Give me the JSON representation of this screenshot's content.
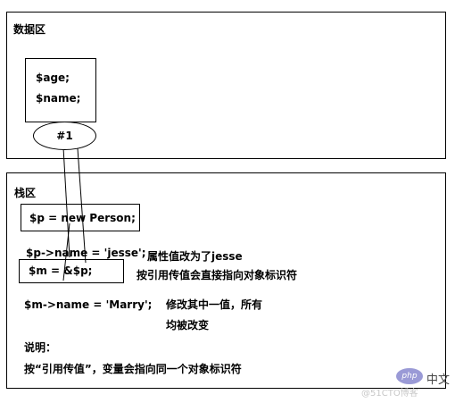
{
  "data_area": {
    "title": "数据区",
    "object_fields": [
      "$age;",
      "$name;"
    ],
    "object_id": "#1"
  },
  "stack_area": {
    "title": "栈区",
    "p_assign": "$p = new Person;",
    "p_name_assign": "$p->name = 'jesse';",
    "p_name_note": "属性值改为了jesse",
    "m_assign": "$m = &$p;",
    "m_assign_note": "按引用传值会直接指向对象标识符",
    "m_name_assign": "$m->name = 'Marry';",
    "m_name_note_line1": "修改其中一值，所有",
    "m_name_note_line2": "均被改变",
    "explain_title": "说明：",
    "explain_text": "按“引用传值”，变量会指向同一个对象标识符"
  },
  "watermark": {
    "logo_text": "php",
    "text_cn": "中文",
    "text_site": "@51CTO博客"
  }
}
